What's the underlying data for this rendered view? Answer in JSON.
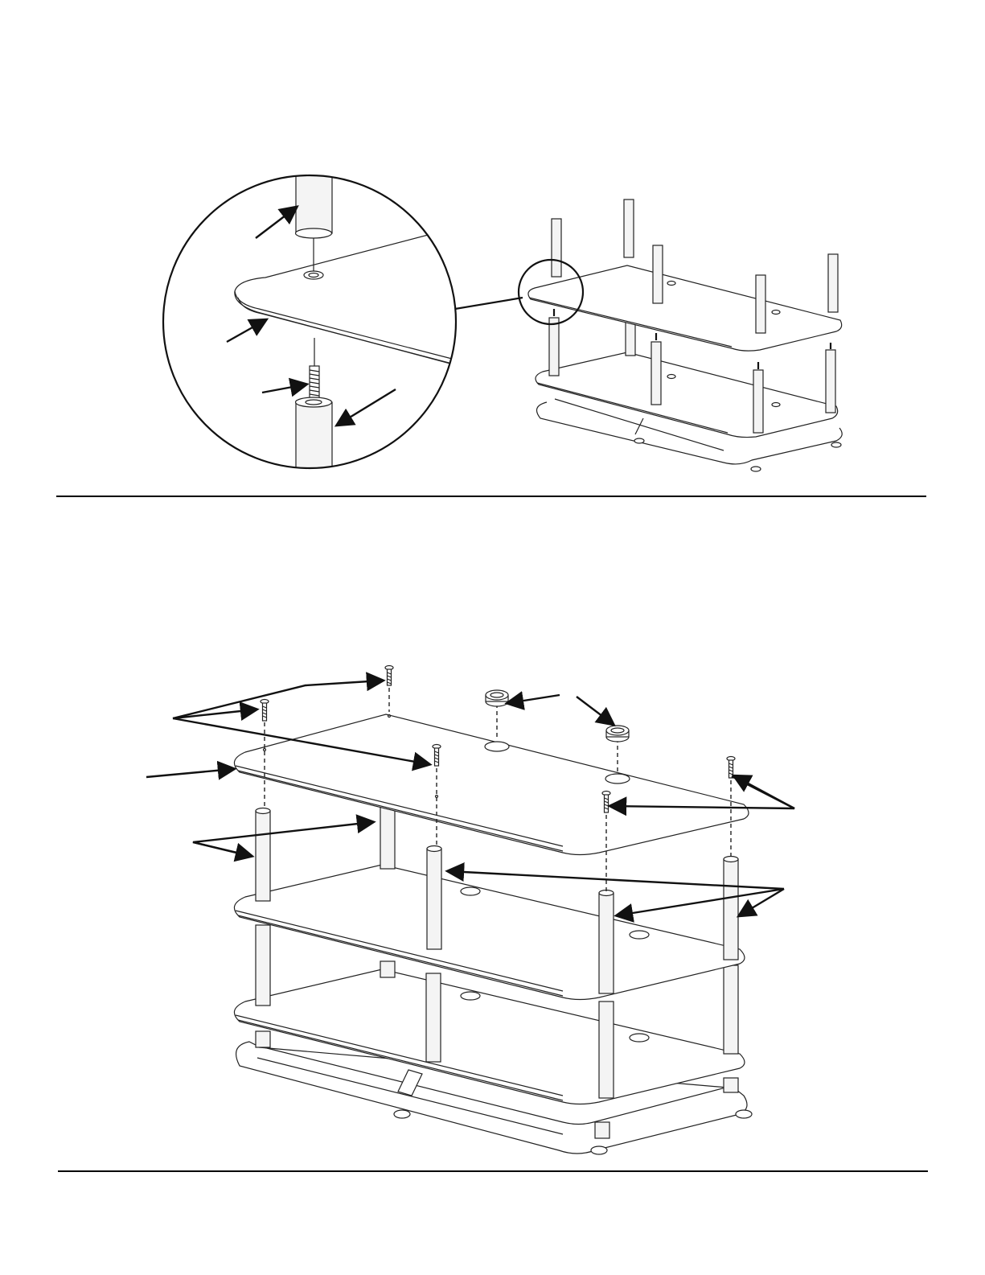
{
  "page": {
    "background": "#ffffff",
    "line_color": "#222222"
  },
  "steps": [
    {
      "id": "step-1",
      "callouts": [],
      "icons": [
        "magnifier-detail-circle",
        "shelf-post-icon",
        "threaded-screw-icon",
        "shelf-board-icon"
      ]
    },
    {
      "id": "step-2",
      "callouts": [],
      "icons": [
        "top-shelf-icon",
        "screw-icon",
        "grommet-icon",
        "post-icon"
      ]
    }
  ]
}
